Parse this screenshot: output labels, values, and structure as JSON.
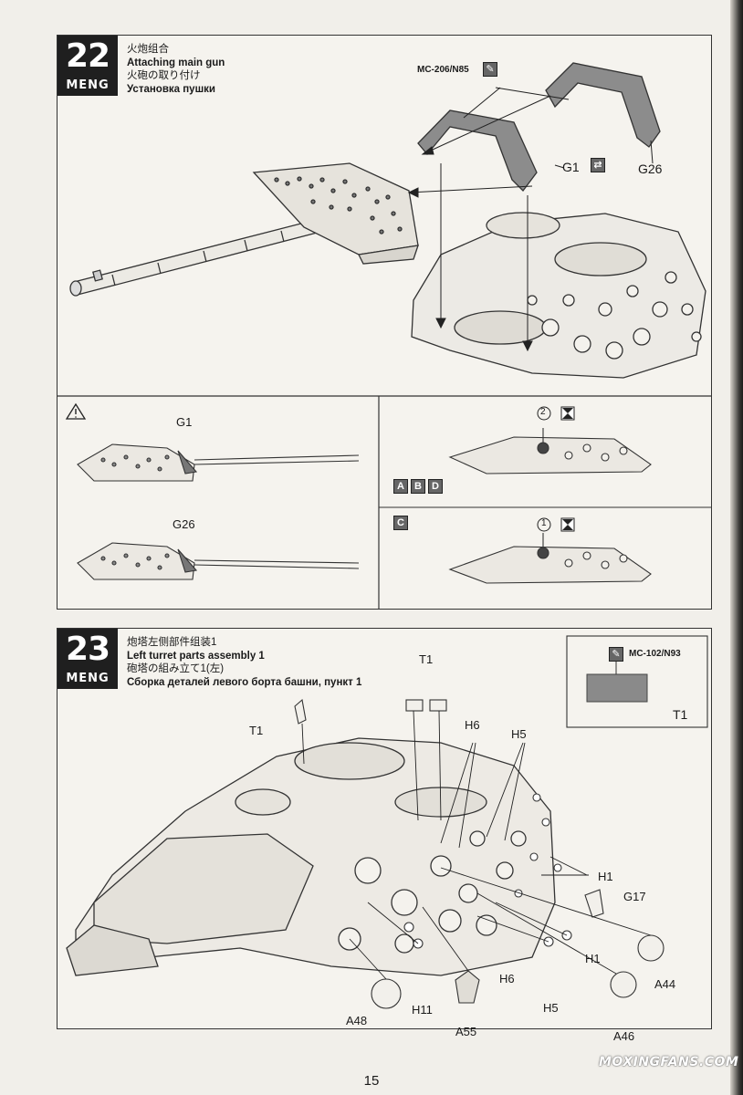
{
  "step22": {
    "number": "22",
    "brand": "MENG",
    "title_zh": "火炮组合",
    "title_en": "Attaching main gun",
    "title_ja": "火砲の取り付け",
    "title_ru": "Установка пушки",
    "paint_code": "MC-206/N85",
    "parts": {
      "g1": "G1",
      "g26": "G26"
    },
    "detail": {
      "caution_icon": "warning-triangle-icon",
      "g1_label": "G1",
      "g26_label": "G26",
      "variants_abd": [
        "A",
        "B",
        "D"
      ],
      "variant_c": "C",
      "marker_2": "2",
      "marker_1": "1"
    }
  },
  "step23": {
    "number": "23",
    "brand": "MENG",
    "title_zh": "炮塔左侧部件组装1",
    "title_en": "Left turret parts assembly 1",
    "title_ja": "砲塔の組み立て1(左)",
    "title_ru": "Сборка деталей левого борта башни, пункт 1",
    "paint_code": "MC-102/N93",
    "inset_part": "T1",
    "parts": {
      "t1_left": "T1",
      "t1_top": "T1",
      "h6_top": "H6",
      "h5_top": "H5",
      "h1_right": "H1",
      "g17": "G17",
      "h1_low": "H1",
      "a44": "A44",
      "h6_low": "H6",
      "h5_low": "H5",
      "a46": "A46",
      "a48": "A48",
      "h11": "H11",
      "a55": "A55"
    }
  },
  "page_number": "15",
  "watermark": "MOXINGFANS.COM"
}
